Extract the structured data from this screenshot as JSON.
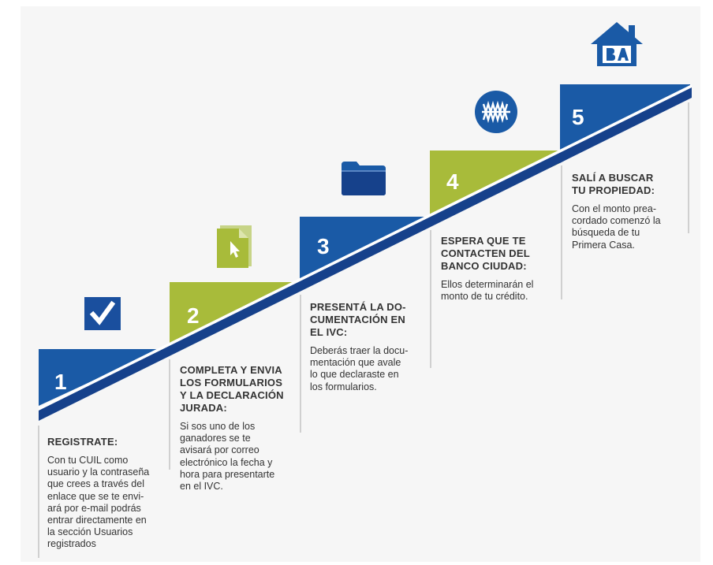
{
  "colors": {
    "blue_dark": "#16418b",
    "blue_step": "#1a5aa6",
    "green_step": "#a8bb3a",
    "text": "#333333"
  },
  "steps": [
    {
      "number": "1",
      "icon": "checkmark-icon",
      "title": "REGISTRATE:",
      "body": "Con tu CUIL como\nusuario y la contraseña\nque crees a través del\nenlace que se te envi-\nará por e-mail podrás\nentrar directamente en\nla sección Usuarios\nregistrados"
    },
    {
      "number": "2",
      "icon": "document-cursor-icon",
      "title": "COMPLETA Y ENVIA\nLOS FORMULARIOS\nY LA DECLARACIÓN\nJURADA:",
      "body": "Si sos uno de los\nganadores se te\navisará por correo\nelectrónico la fecha y\nhora para presentarte\nen el IVC."
    },
    {
      "number": "3",
      "icon": "folder-icon",
      "title": "PRESENTÁ LA DO-\nCUMENTACIÓN EN\nEL IVC:",
      "body": "Deberás traer la docu-\nmentación que avale\nlo que declaraste en\nlos formularios."
    },
    {
      "number": "4",
      "icon": "bank-ciudad-logo-icon",
      "title": "ESPERA QUE TE\nCONTACTEN DEL\nBANCO CIUDAD:",
      "body": "Ellos determinarán el\nmonto de tu crédito."
    },
    {
      "number": "5",
      "icon": "house-ba-icon",
      "title": "SALÍ A BUSCAR\nTU PROPIEDAD:",
      "body": "Con el monto prea-\ncordado comenzó la\nbúsqueda de tu\nPrimera Casa."
    }
  ]
}
